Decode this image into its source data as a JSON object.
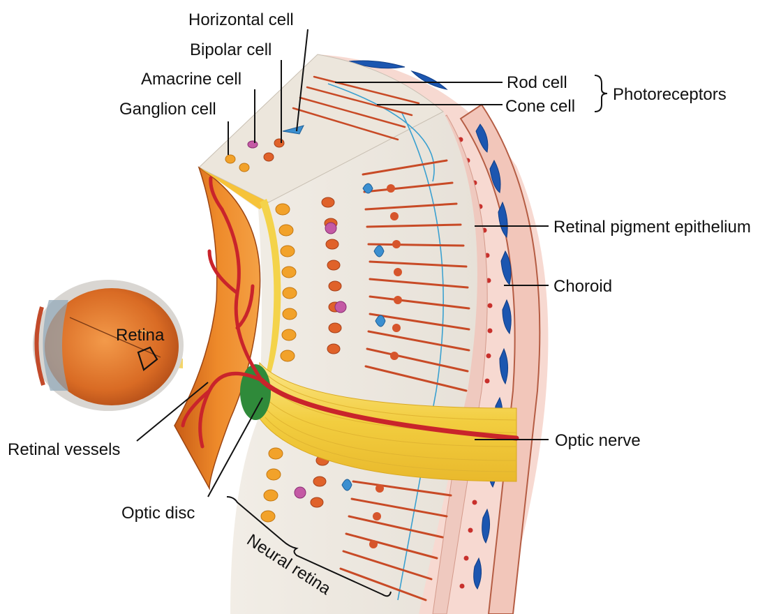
{
  "labels": {
    "horizontal_cell": "Horizontal cell",
    "bipolar_cell": "Bipolar cell",
    "amacrine_cell": "Amacrine cell",
    "ganglion_cell": "Ganglion cell",
    "rod_cell": "Rod cell",
    "cone_cell": "Cone cell",
    "photoreceptors": "Photoreceptors",
    "retinal_pigment_epithelium": "Retinal pigment epithelium",
    "choroid": "Choroid",
    "retina": "Retina",
    "retinal_vessels": "Retinal vessels",
    "optic_nerve": "Optic nerve",
    "optic_disc": "Optic disc",
    "neural_retina": "Neural retina"
  },
  "colors": {
    "ganglion": "#f2a22a",
    "bipolar": "#e0622a",
    "amacrine": "#c45aa5",
    "horizontal": "#3b8fd0",
    "photoreceptor": "#d6552c",
    "rpe": "#efc9bf",
    "choroid_red": "#c8302c",
    "choroid_blue": "#1c56b0",
    "nerve_fiber": "#f4d34a",
    "vessel": "#c9242b",
    "optic_disc": "#2f8a3a",
    "inner_surface": "#e8791f"
  }
}
